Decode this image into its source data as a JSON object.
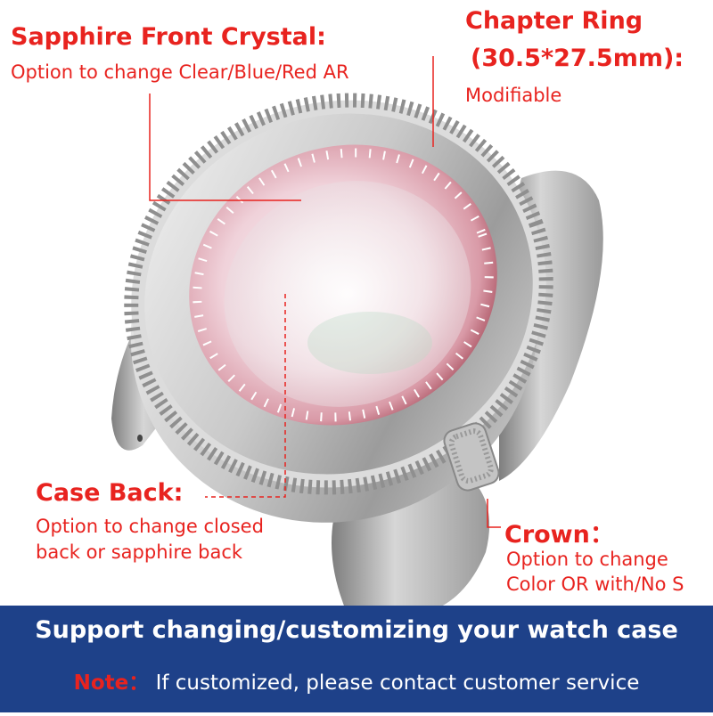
{
  "labels": {
    "crystal": {
      "title": "Sapphire Front Crystal:",
      "desc": "Option to change Clear/Blue/Red AR"
    },
    "chapter_ring": {
      "title_line1": "Chapter Ring",
      "title_line2": "(30.5*27.5mm):",
      "desc": "Modifiable"
    },
    "case_back": {
      "title": "Case Back:",
      "desc_line1": "Option to change closed",
      "desc_line2": "back or sapphire back"
    },
    "crown": {
      "title": "Crown：",
      "desc_line1": "Option to change",
      "desc_line2": "Color OR with/No S"
    }
  },
  "banner": {
    "headline": "Support changing/customizing your watch case",
    "note_label": "Note：",
    "note_text": "If customized, please contact customer service"
  },
  "colors": {
    "accent": "#e8231f",
    "banner_bg": "#1e4189",
    "banner_text": "#ffffff"
  }
}
